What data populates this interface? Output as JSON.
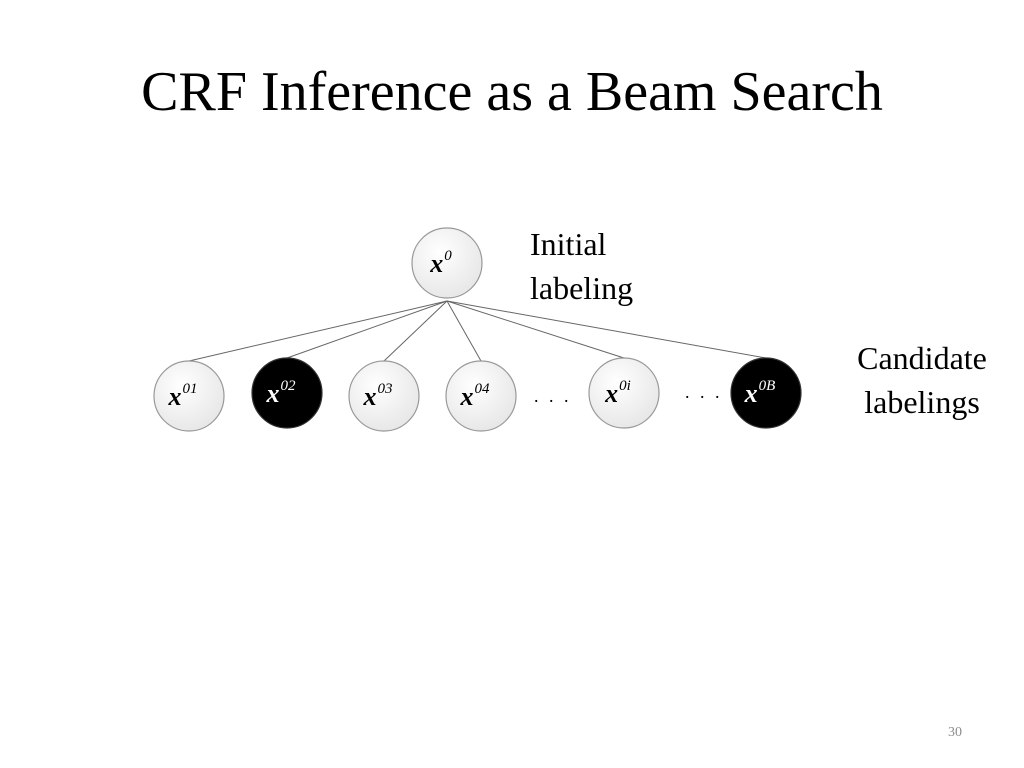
{
  "slide": {
    "title": "CRF Inference as a Beam Search",
    "page_number": "30"
  },
  "diagram": {
    "root": {
      "var": "x",
      "sup": "0",
      "filled": false
    },
    "children": [
      {
        "var": "x",
        "sup": "01",
        "filled": false
      },
      {
        "var": "x",
        "sup": "02",
        "filled": true
      },
      {
        "var": "x",
        "sup": "03",
        "filled": false
      },
      {
        "var": "x",
        "sup": "04",
        "filled": false
      },
      {
        "var": "x",
        "sup": "0i",
        "filled": false
      },
      {
        "var": "x",
        "sup": "0B",
        "filled": true
      }
    ],
    "ellipsis": ". . .",
    "labels": {
      "initial": [
        "Initial",
        "labeling"
      ],
      "candidate": [
        "Candidate",
        "labelings"
      ]
    },
    "colors": {
      "node_fill": "#f5f5f5",
      "node_stroke": "#999999",
      "node_filled": "#000000",
      "edge": "#666666"
    }
  }
}
